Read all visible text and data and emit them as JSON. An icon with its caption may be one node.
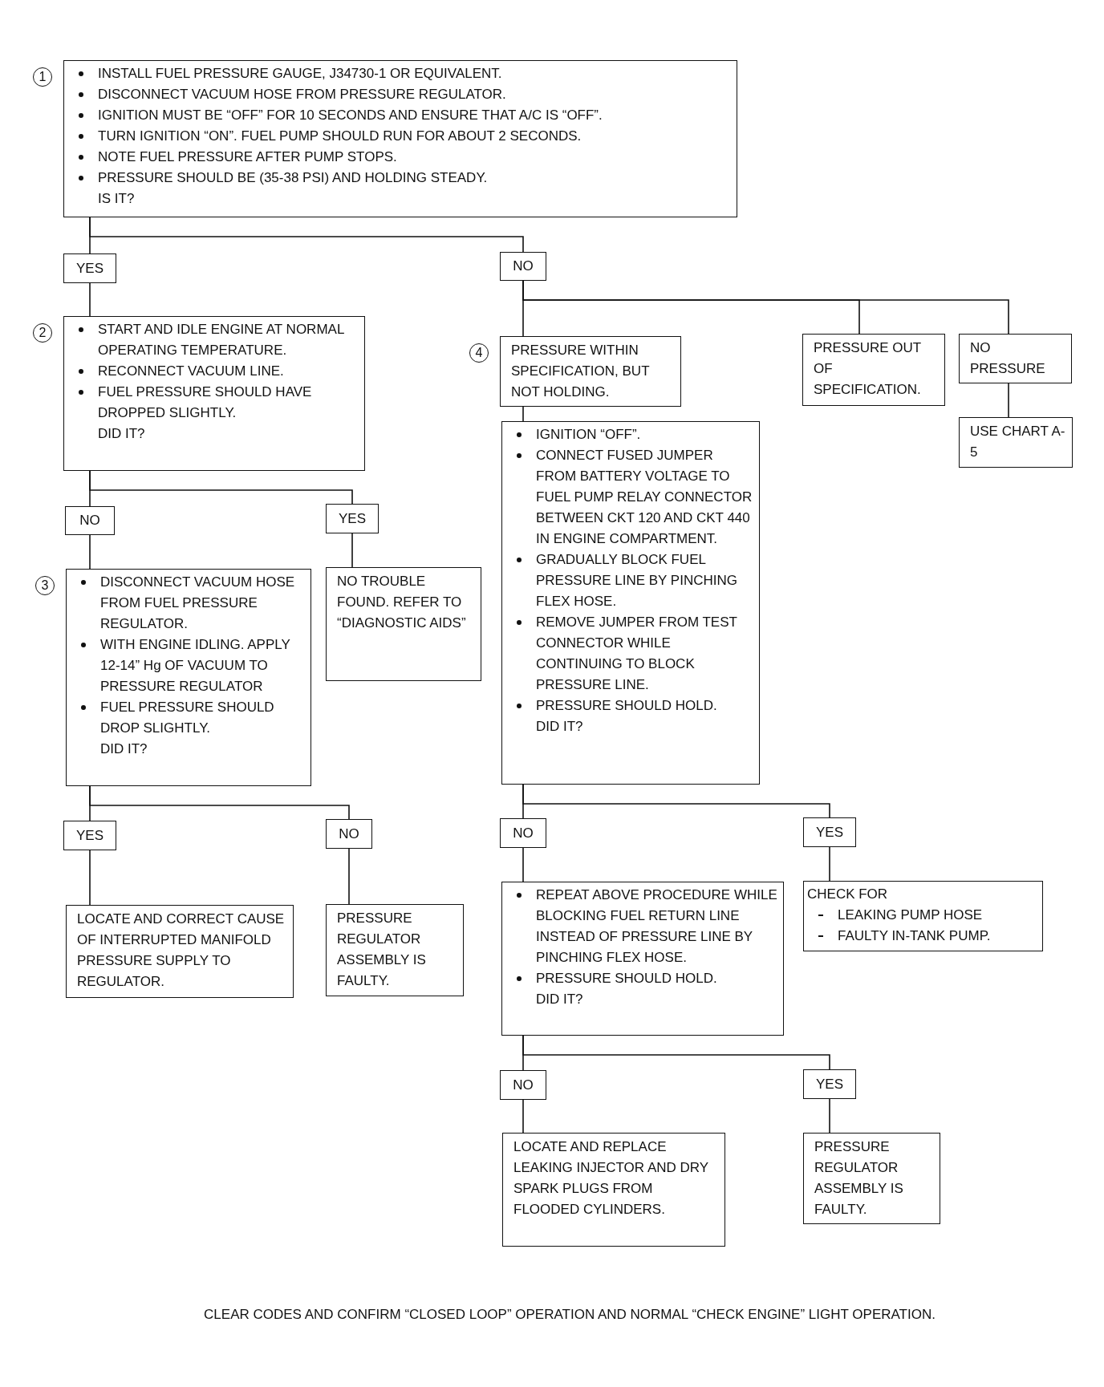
{
  "diagram": {
    "caption": "CLEAR CODES AND CONFIRM “CLOSED LOOP” OPERATION AND NORMAL “CHECK ENGINE” LIGHT OPERATION.",
    "nodes": [
      {
        "text": [
          "INSTALL FUEL PRESSURE GAUGE, J34730-1 OR EQUIVALENT.",
          "DISCONNECT VACUUM HOSE FROM PRESSURE REGULATOR.",
          "IGNITION MUST BE “OFF” FOR 10 SECONDS AND ENSURE THAT A/C IS “OFF”.",
          "TURN IGNITION “ON”. FUEL PUMP SHOULD RUN FOR ABOUT 2 SECONDS.",
          "NOTE FUEL PRESSURE AFTER PUMP STOPS.",
          "PRESSURE SHOULD BE (35-38 PSI) AND HOLDING STEADY.",
          "IS IT?"
        ],
        "beside": [
          "1"
        ]
      },
      {
        "text": [
          "YES"
        ]
      },
      {
        "text": [
          "NO"
        ]
      },
      {
        "text": [
          "START AND IDLE ENGINE AT NORMAL OPERATING TEMPERATURE.",
          "RECONNECT VACUUM LINE.",
          "FUEL PRESSURE SHOULD HAVE DROPPED SLIGHTLY.",
          "DID IT?"
        ],
        "beside": [
          "2"
        ]
      },
      {
        "text": [
          "PRESSURE WITHIN SPECIFICATION, BUT NOT HOLDING."
        ],
        "beside": [
          "4"
        ]
      },
      {
        "text": [
          "PRESSURE OUT OF SPECIFICATION."
        ]
      },
      {
        "text": [
          "NO PRESSURE"
        ]
      },
      {
        "text": [
          "USE CHART A-5"
        ]
      },
      {
        "text": [
          "IGNITION “OFF”.",
          "CONNECT FUSED JUMPER FROM BATTERY VOLTAGE TO FUEL PUMP RELAY CONNECTOR BETWEEN CKT 120 AND CKT 440 IN ENGINE COMPARTMENT.",
          "GRADUALLY BLOCK FUEL PRESSURE LINE BY PINCHING FLEX HOSE.",
          "REMOVE JUMPER FROM TEST CONNECTOR WHILE CONTINUING TO BLOCK PRESSURE LINE.",
          "PRESSURE SHOULD HOLD.",
          "DID IT?"
        ]
      },
      {
        "text": [
          "NO"
        ]
      },
      {
        "text": [
          "YES"
        ]
      },
      {
        "text": [
          "DISCONNECT VACUUM HOSE FROM FUEL PRESSURE REGULATOR.",
          "WITH ENGINE IDLING. APPLY 12-14” Hg OF VACUUM TO PRESSURE REGULATOR",
          "FUEL PRESSURE SHOULD DROP SLIGHTLY.",
          "DID IT?"
        ],
        "beside": [
          "3"
        ]
      },
      {
        "text": [
          "NO TROUBLE FOUND. REFER TO “DIAGNOSTIC AIDS”"
        ]
      },
      {
        "text": [
          "YES"
        ]
      },
      {
        "text": [
          "NO"
        ]
      },
      {
        "text": [
          "NO"
        ]
      },
      {
        "text": [
          "YES"
        ]
      },
      {
        "text": [
          "LOCATE AND CORRECT CAUSE OF INTERRUPTED MANIFOLD PRESSURE SUPPLY TO REGULATOR."
        ]
      },
      {
        "text": [
          "PRESSURE REGULATOR ASSEMBLY IS FAULTY."
        ]
      },
      {
        "text": [
          "REPEAT ABOVE PROCEDURE WHILE BLOCKING FUEL RETURN LINE INSTEAD OF PRESSURE LINE BY PINCHING FLEX HOSE.",
          "PRESSURE SHOULD HOLD.",
          "DID IT?"
        ]
      },
      {
        "text": [
          "CHECK FOR",
          "LEAKING PUMP HOSE",
          "FAULTY IN-TANK PUMP."
        ]
      },
      {
        "text": [
          "NO"
        ]
      },
      {
        "text": [
          "YES"
        ]
      },
      {
        "text": [
          "LOCATE AND REPLACE LEAKING INJECTOR AND DRY SPARK PLUGS FROM FLOODED CYLINDERS."
        ]
      },
      {
        "text": [
          "PRESSURE REGULATOR ASSEMBLY IS FAULTY."
        ]
      }
    ],
    "edges": [
      {
        "from": 0,
        "to": 1,
        "arrow": "none"
      },
      {
        "from": 0,
        "to": 2,
        "arrow": "none"
      },
      {
        "from": 1,
        "to": 3,
        "arrow": "none"
      },
      {
        "from": 2,
        "to": 4,
        "arrow": "none"
      },
      {
        "from": 2,
        "to": 5,
        "arrow": "none"
      },
      {
        "from": 2,
        "to": 6,
        "arrow": "none"
      },
      {
        "from": 6,
        "to": 7,
        "arrow": "none"
      },
      {
        "from": 4,
        "to": 8,
        "arrow": "none"
      },
      {
        "from": 3,
        "to": 9,
        "arrow": "none"
      },
      {
        "from": 3,
        "to": 10,
        "arrow": "none"
      },
      {
        "from": 9,
        "to": 11,
        "arrow": "none"
      },
      {
        "from": 10,
        "to": 12,
        "arrow": "none"
      },
      {
        "from": 11,
        "to": 13,
        "arrow": "none"
      },
      {
        "from": 11,
        "to": 14,
        "arrow": "none"
      },
      {
        "from": 13,
        "to": 17,
        "arrow": "none"
      },
      {
        "from": 14,
        "to": 18,
        "arrow": "none"
      },
      {
        "from": 8,
        "to": 15,
        "arrow": "none"
      },
      {
        "from": 8,
        "to": 16,
        "arrow": "none"
      },
      {
        "from": 15,
        "to": 19,
        "arrow": "none"
      },
      {
        "from": 16,
        "to": 20,
        "arrow": "none"
      },
      {
        "from": 19,
        "to": 21,
        "arrow": "none"
      },
      {
        "from": 19,
        "to": 22,
        "arrow": "none"
      },
      {
        "from": 21,
        "to": 23,
        "arrow": "none"
      },
      {
        "from": 22,
        "to": 24,
        "arrow": "none"
      }
    ]
  }
}
